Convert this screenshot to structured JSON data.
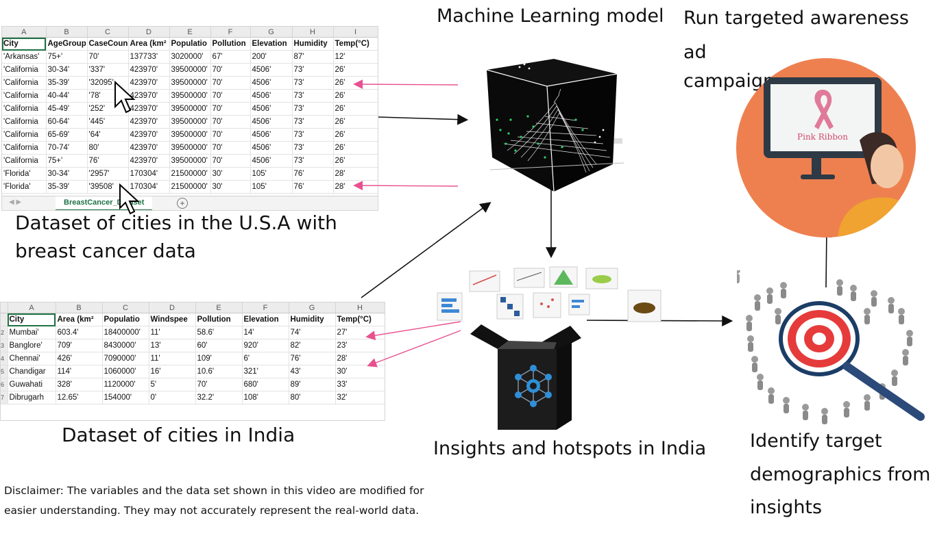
{
  "us_sheet": {
    "col_letters": [
      "A",
      "B",
      "C",
      "D",
      "E",
      "F",
      "G",
      "H",
      "I"
    ],
    "headers": [
      "City",
      "AgeGroup",
      "CaseCoun",
      "Area (km²",
      "Populatio",
      "Pollution",
      "Elevation",
      "Humidity",
      "Temp(°C)"
    ],
    "rows": [
      [
        "'Arkansas'",
        "75+'",
        "70'",
        "137733'",
        "3020000'",
        "67'",
        "200'",
        "87'",
        "12'"
      ],
      [
        "'California",
        "30-34'",
        "'337'",
        "423970'",
        "39500000'",
        "70'",
        "4506'",
        "73'",
        "26'"
      ],
      [
        "'California",
        "35-39'",
        "'32095'",
        "423970'",
        "39500000'",
        "70'",
        "4506'",
        "73'",
        "26'"
      ],
      [
        "'California",
        "40-44'",
        "'78'",
        "423970'",
        "39500000'",
        "70'",
        "4506'",
        "73'",
        "26'"
      ],
      [
        "'California",
        "45-49'",
        "'252'",
        "423970'",
        "39500000'",
        "70'",
        "4506'",
        "73'",
        "26'"
      ],
      [
        "'California",
        "60-64'",
        "'445'",
        "423970'",
        "39500000'",
        "70'",
        "4506'",
        "73'",
        "26'"
      ],
      [
        "'California",
        "65-69'",
        "'64'",
        "423970'",
        "39500000'",
        "70'",
        "4506'",
        "73'",
        "26'"
      ],
      [
        "'California",
        "70-74'",
        "80'",
        "423970'",
        "39500000'",
        "70'",
        "4506'",
        "73'",
        "26'"
      ],
      [
        "'California",
        "75+'",
        "76'",
        "423970'",
        "39500000'",
        "70'",
        "4506'",
        "73'",
        "26'"
      ],
      [
        "'Florida'",
        "30-34'",
        "'2957'",
        "170304'",
        "21500000'",
        "30'",
        "105'",
        "76'",
        "28'"
      ],
      [
        "'Florida'",
        "35-39'",
        "'39508'",
        "170304'",
        "21500000'",
        "30'",
        "105'",
        "76'",
        "28'"
      ]
    ],
    "tab_label": "BreastCancer_Dataset",
    "add_tab_symbol": "+"
  },
  "india_sheet": {
    "col_letters": [
      "A",
      "B",
      "C",
      "D",
      "E",
      "F",
      "G",
      "H"
    ],
    "headers": [
      "City",
      "Area (km²",
      "Populatio",
      "Windspee",
      "Pollution",
      "Elevation",
      "Humidity",
      "Temp(°C)"
    ],
    "rows": [
      [
        "Mumbai'",
        "603.4'",
        "18400000'",
        "11'",
        "58.6'",
        "14'",
        "74'",
        "27'"
      ],
      [
        "Banglore'",
        "709'",
        "8430000'",
        "13'",
        "60'",
        "920'",
        "82'",
        "23'"
      ],
      [
        "Chennai'",
        "426'",
        "7090000'",
        "11'",
        "109'",
        "6'",
        "76'",
        "28'"
      ],
      [
        "Chandigar",
        "114'",
        "1060000'",
        "16'",
        "10.6'",
        "321'",
        "43'",
        "30'"
      ],
      [
        "Guwahati",
        "328'",
        "1120000'",
        "5'",
        "70'",
        "680'",
        "89'",
        "33'"
      ],
      [
        "Dibrugarh",
        "12.65'",
        "154000'",
        "0'",
        "32.2'",
        "108'",
        "80'",
        "32'"
      ]
    ],
    "row_numbers": [
      "2",
      "3",
      "4",
      "5",
      "6",
      "7"
    ]
  },
  "labels": {
    "us_dataset": [
      "Dataset of cities in the U.S.A with",
      "breast cancer data"
    ],
    "india_dataset": "Dataset of cities in India",
    "ml_model": "Machine Learning model",
    "insights": "Insights and hotspots in India",
    "campaign": [
      "Run targeted awareness ad",
      "campaigns"
    ],
    "identify": [
      "Identify target",
      "demographics from",
      "insights"
    ],
    "disclaimer": [
      "Disclaimer: The variables and the data set shown in this video are modified for",
      "easier understanding. They may not accurately represent the real-world data."
    ],
    "pink_ribbon": "Pink Ribbon"
  },
  "colors": {
    "pink_arrow": "#e8508f",
    "excel_green": "#1e7145",
    "ad_circle": "#ee8050",
    "ribbon": "#e07a9a",
    "box": "#1c1c1c",
    "network_node": "#2e8fd8"
  }
}
